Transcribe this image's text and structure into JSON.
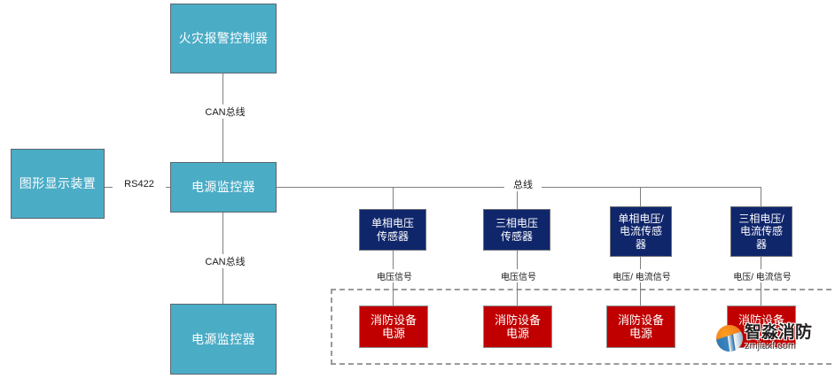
{
  "diagram": {
    "type": "system-block-diagram",
    "nodes": {
      "fire_alarm_controller": "火灾报警控制器",
      "graphic_display": "图形显示装置",
      "power_monitor_main": "电源监控器",
      "power_monitor_second": "电源监控器",
      "sensor_1": "单相电压\n传感器",
      "sensor_1_line1": "单相电压",
      "sensor_1_line2": "传感器",
      "sensor_2_line1": "三相电压",
      "sensor_2_line2": "传感器",
      "sensor_3_line1": "单相电压/",
      "sensor_3_line2": "电流传感",
      "sensor_3_line3": "器",
      "sensor_4_line1": "三相电压/",
      "sensor_4_line2": "电流传感",
      "sensor_4_line3": "器",
      "power_supply_1_line1": "消防设备",
      "power_supply_1_line2": "电源",
      "power_supply_2_line1": "消防设备",
      "power_supply_2_line2": "电源",
      "power_supply_3_line1": "消防设备",
      "power_supply_3_line2": "电源",
      "power_supply_4_line1": "消防设备",
      "power_supply_4_line2": "电源"
    },
    "edge_labels": {
      "can_bus_top": "CAN总线",
      "can_bus_bottom": "CAN总线",
      "rs422": "RS422",
      "bus": "总线",
      "signal_1": "电压信号",
      "signal_2": "电压信号",
      "signal_3": "电压/ 电流信号",
      "signal_4": "电压/ 电流信号"
    },
    "colors": {
      "teal": "#4BACC6",
      "navy": "#10266B",
      "red": "#C00000",
      "line": "#7f7f7f",
      "dash": "#9a9a9a"
    }
  },
  "watermark": {
    "title": "智淼消防",
    "url": "zmjiaxf.com",
    "logo_icon": "zm-wave-logo-icon"
  }
}
